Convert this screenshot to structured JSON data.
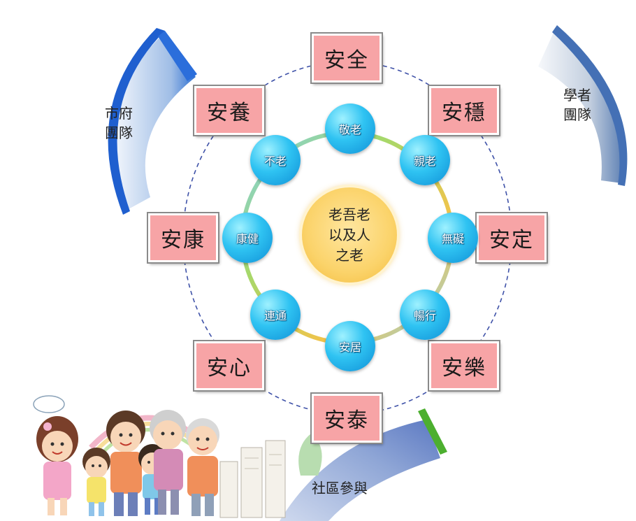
{
  "center": {
    "lines": [
      "老吾老",
      "以及人",
      "之老"
    ]
  },
  "outer_boxes": [
    "安全",
    "安穩",
    "安定",
    "安樂",
    "安泰",
    "安心",
    "安康",
    "安養"
  ],
  "inner_bubbles": [
    "敬老",
    "親老",
    "無礙",
    "暢行",
    "安居",
    "連通",
    "康健",
    "不老"
  ],
  "teams": {
    "city": [
      "市府",
      "團隊"
    ],
    "scholar": [
      "學者",
      "團隊"
    ],
    "community": "社區參與"
  }
}
